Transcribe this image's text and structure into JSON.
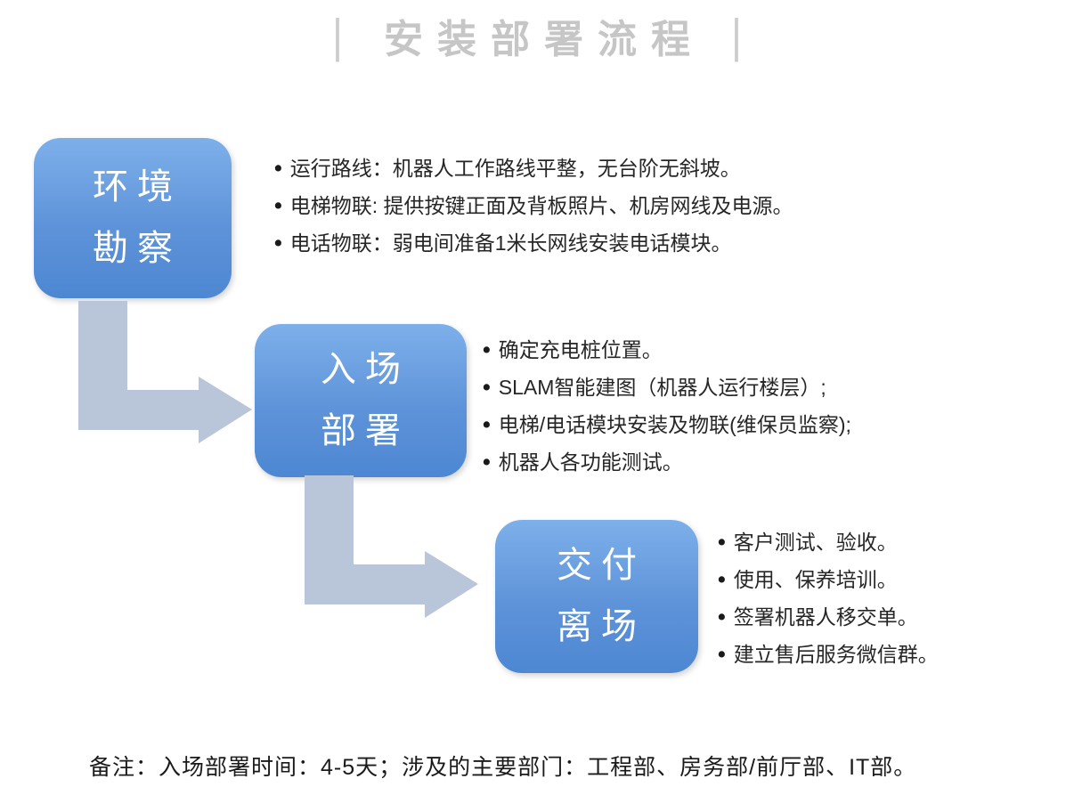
{
  "title": {
    "left_bar": "|",
    "text": "安装部署流程",
    "right_bar": "|"
  },
  "steps": [
    {
      "name": "环境勘察",
      "label_lines": [
        "环境",
        "勘察"
      ],
      "bullets": [
        "运行路线：机器人工作路线平整，无台阶无斜坡。",
        "电梯物联: 提供按键正面及背板照片、机房网线及电源。",
        "电话物联：弱电间准备1米长网线安装电话模块。"
      ]
    },
    {
      "name": "入场部署",
      "label_lines": [
        "入场",
        "部署"
      ],
      "bullets": [
        "确定充电桩位置。",
        "SLAM智能建图（机器人运行楼层）;",
        "电梯/电话模块安装及物联(维保员监察);",
        "机器人各功能测试。"
      ]
    },
    {
      "name": "交付离场",
      "label_lines": [
        "交付",
        "离场"
      ],
      "bullets": [
        "客户测试、验收。",
        "使用、保养培训。",
        "签署机器人移交单。",
        "建立售后服务微信群。"
      ]
    }
  ],
  "footer": "备注：入场部署时间：4-5天；涉及的主要部门：工程部、房务部/前厅部、IT部。",
  "colors": {
    "box_gradient_top": "#7db0ea",
    "box_gradient_bottom": "#4d87d2",
    "arrow": "#b9c5d8",
    "title_gray": "#c6c6c6",
    "body_text": "#262626"
  }
}
